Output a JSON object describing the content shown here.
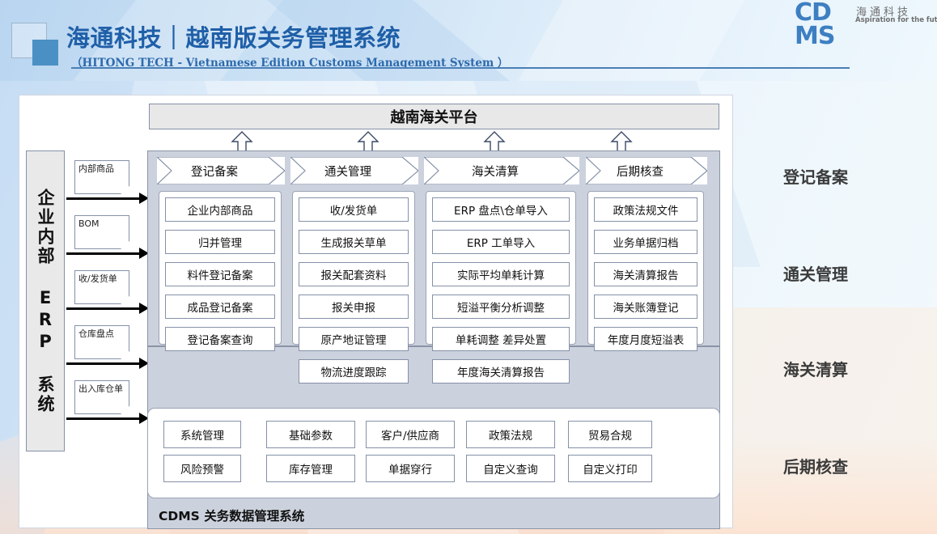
{
  "header": {
    "title": "海通科技｜越南版关务管理系统",
    "subtitle": "（HITONG TECH - Vietnamese Edition Customs Management System ）",
    "brand_code": "CDMS",
    "brand_cn": "海通科技",
    "brand_tagline": "Aspiration for the future",
    "accent_color": "#1f5fa8",
    "rule_color": "#4a7fb5"
  },
  "diagram": {
    "platform_bar": "越南海关平台",
    "erp_column": "企业内部 ERP 系统",
    "notes": [
      {
        "label": "内部商品"
      },
      {
        "label": "BOM"
      },
      {
        "label": "收/发货单"
      },
      {
        "label": "仓库盘点"
      },
      {
        "label": "出入库仓单"
      }
    ],
    "columns": [
      {
        "header": "登记备案",
        "items": [
          "企业内部商品",
          "归并管理",
          "料件登记备案",
          "成品登记备案",
          "登记备案查询"
        ]
      },
      {
        "header": "通关管理",
        "items": [
          "收/发货单",
          "生成报关草单",
          "报关配套资料",
          "报关申报",
          "原产地证管理",
          "物流进度跟踪"
        ]
      },
      {
        "header": "海关清算",
        "items": [
          "ERP 盘点\\仓单导入",
          "ERP 工单导入",
          "实际平均单耗计算",
          "短溢平衡分析调整",
          "单耗调整  差异处置",
          "年度海关清算报告"
        ]
      },
      {
        "header": "后期核查",
        "items": [
          "政策法规文件",
          "业务单据归档",
          "海关清算报告",
          "海关账簿登记",
          "年度月度短溢表"
        ]
      }
    ],
    "bottom_rows": [
      [
        "系统管理",
        "基础参数",
        "客户/供应商",
        "政策法规",
        "贸易合规"
      ],
      [
        "风险预警",
        "库存管理",
        "单据穿行",
        "自定义查询",
        "自定义打印"
      ]
    ],
    "bottom_caption": "CDMS 关务数据管理系统"
  },
  "stage_labels": [
    {
      "label": "登记备案"
    },
    {
      "label": "通关管理"
    },
    {
      "label": "海关清算"
    },
    {
      "label": "后期核查"
    }
  ]
}
